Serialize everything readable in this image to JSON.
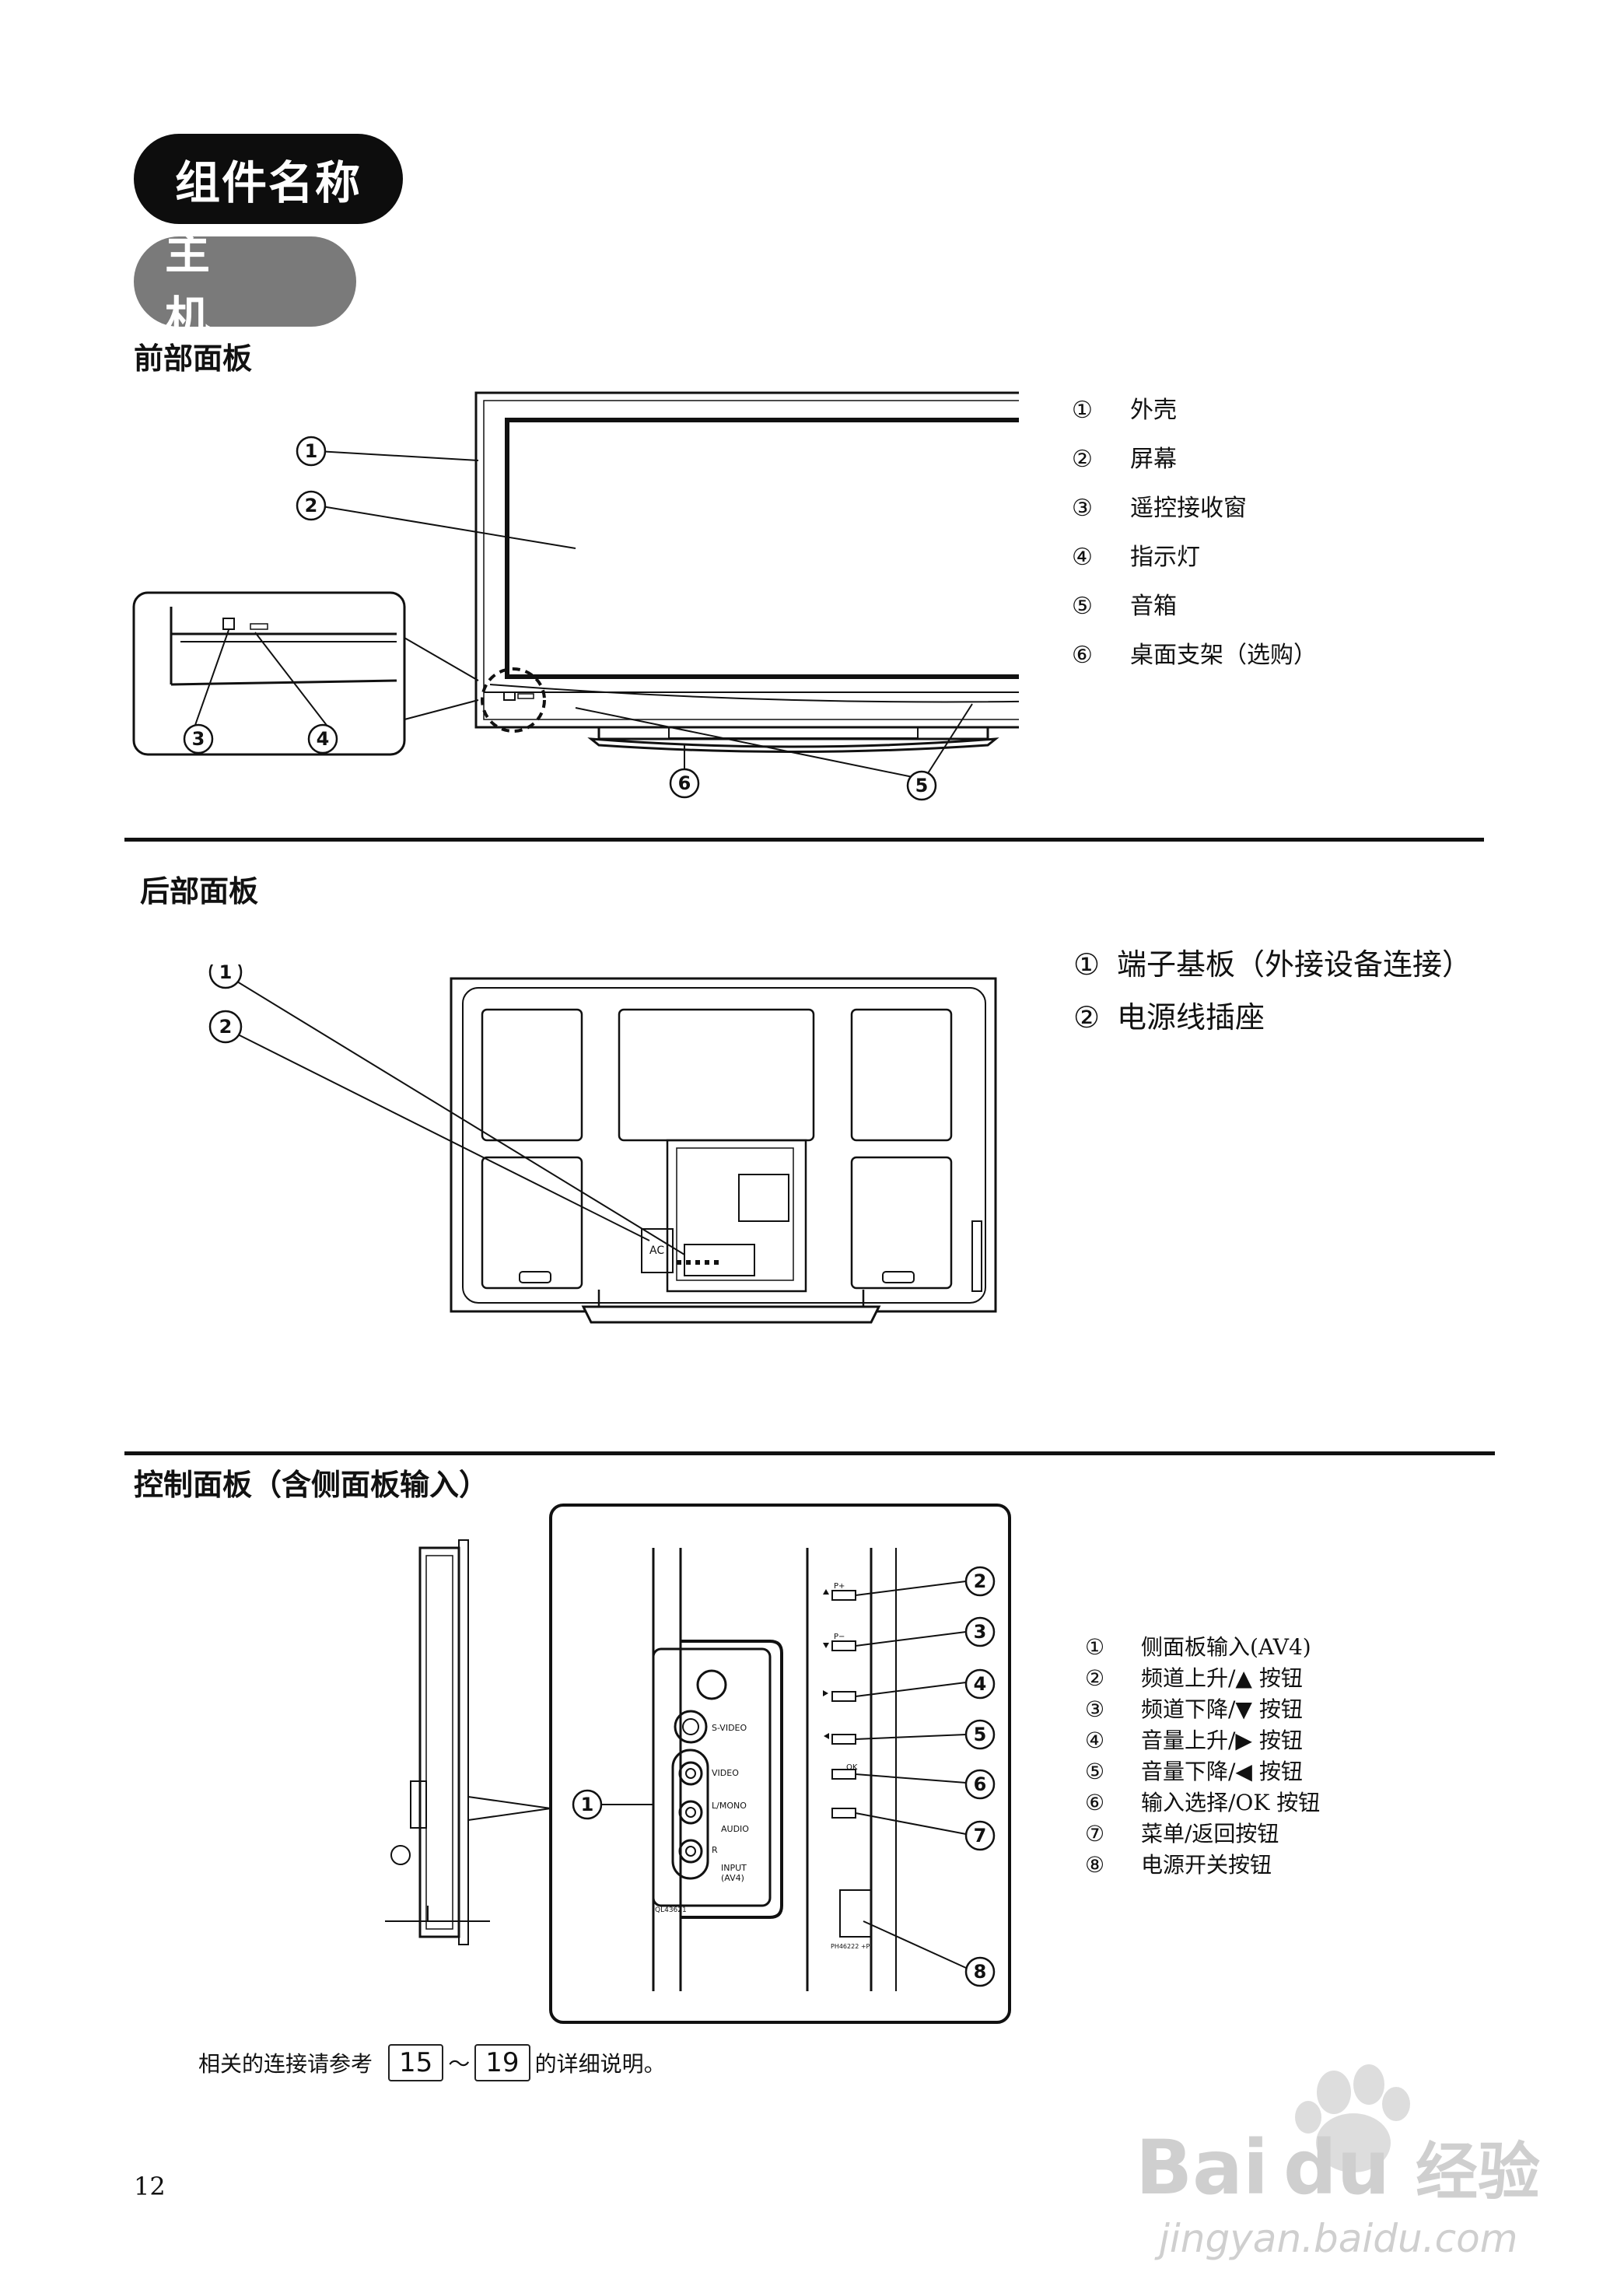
{
  "header": {
    "title": "组件名称",
    "subtitle": "主 机"
  },
  "front": {
    "title": "前部面板",
    "legend": [
      {
        "num": "①",
        "label": "外壳"
      },
      {
        "num": "②",
        "label": "屏幕"
      },
      {
        "num": "③",
        "label": "遥控接收窗"
      },
      {
        "num": "④",
        "label": "指示灯"
      },
      {
        "num": "⑤",
        "label": "音箱"
      },
      {
        "num": "⑥",
        "label": "桌面支架（选购）"
      }
    ],
    "callouts": [
      "1",
      "2",
      "3",
      "4",
      "5",
      "6"
    ]
  },
  "rear": {
    "title": "后部面板",
    "legend": [
      {
        "num": "①",
        "label": "端子基板（外接设备连接）"
      },
      {
        "num": "②",
        "label": "电源线插座"
      }
    ],
    "callouts": [
      "1",
      "2"
    ],
    "ac_label": "AC"
  },
  "control": {
    "title": "控制面板（含侧面板输入）",
    "legend": [
      {
        "num": "①",
        "label": "侧面板输入(AV4)"
      },
      {
        "num": "②",
        "label": "频道上升/▲ 按钮"
      },
      {
        "num": "③",
        "label": "频道下降/▼ 按钮"
      },
      {
        "num": "④",
        "label": "音量上升/▶ 按钮"
      },
      {
        "num": "⑤",
        "label": "音量下降/◀ 按钮"
      },
      {
        "num": "⑥",
        "label": "输入选择/OK 按钮"
      },
      {
        "num": "⑦",
        "label": "菜单/返回按钮"
      },
      {
        "num": "⑧",
        "label": "电源开关按钮"
      }
    ],
    "callouts": [
      "1",
      "2",
      "3",
      "4",
      "5",
      "6",
      "7",
      "8"
    ],
    "panel_labels": {
      "svideo": "S-VIDEO",
      "video": "VIDEO",
      "lmono": "L/MONO",
      "audio": "AUDIO",
      "r": "R",
      "input": "INPUT",
      "av4": "(AV4)",
      "model": "QL43621",
      "p_plus": "P+",
      "p_minus": "P−",
      "ok": "OK",
      "power_code": "PH46222 +P"
    }
  },
  "footer": {
    "prefix": "相关的连接请参考",
    "page_a": "15",
    "tilde": "～",
    "page_b": "19",
    "suffix": "的详细说明。"
  },
  "page_number": "12",
  "watermark": {
    "brand": "Bai",
    "brand2": "du",
    "jingyan": "经验",
    "url": "jingyan.baidu.com"
  }
}
